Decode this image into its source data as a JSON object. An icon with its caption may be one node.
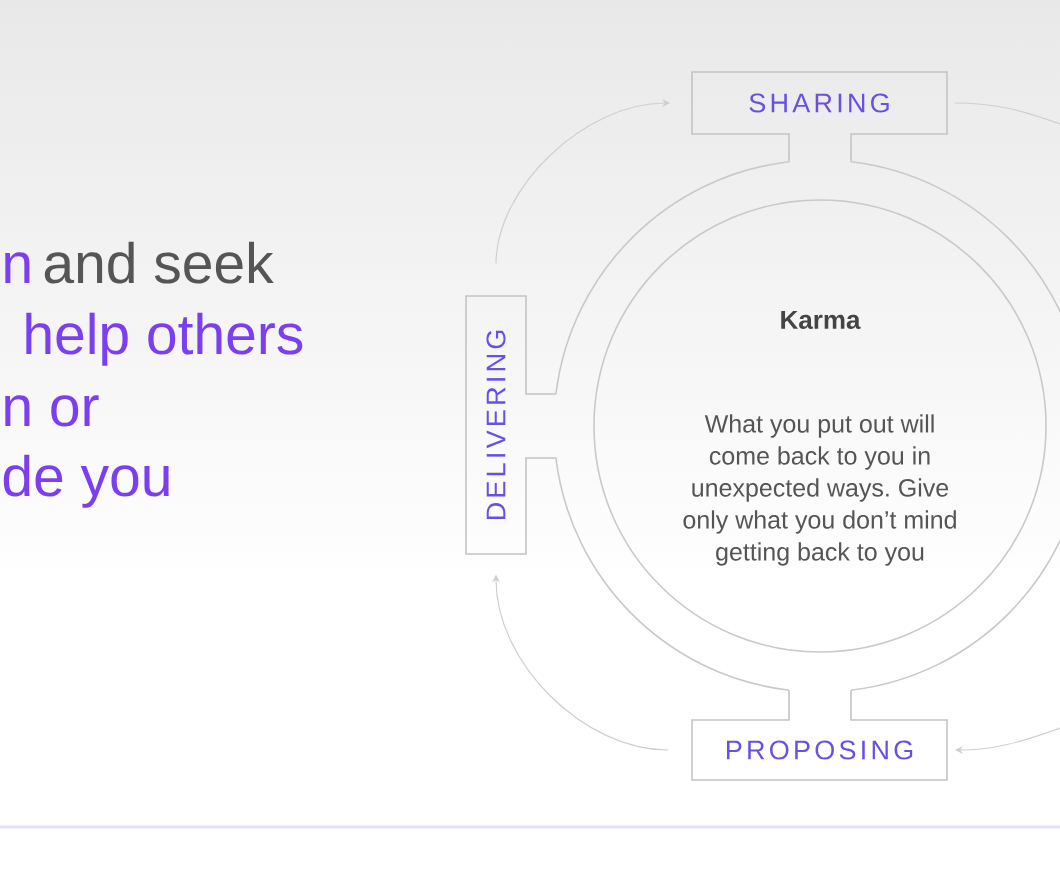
{
  "diagram": {
    "nodes": [
      {
        "text": [
          "SHARING"
        ]
      },
      {
        "text": [
          "DELIVERING"
        ]
      },
      {
        "text": [],
        "shape": "circle"
      },
      {
        "text": [
          "Karma",
          "What you put out will come back to you in unexpected ways. Give only what you don’t mind getting back to you"
        ],
        "in": 2
      },
      {
        "text": [
          "PROPOSING"
        ]
      }
    ],
    "edges": [
      {
        "from": 1,
        "to": 0,
        "arrow": "to"
      },
      {
        "from": 0,
        "to": null,
        "arrow": "none"
      },
      {
        "from": null,
        "to": 4,
        "arrow": "to"
      },
      {
        "from": 4,
        "to": 1,
        "arrow": "to"
      }
    ],
    "labels": [
      "n",
      "and seek",
      "help others",
      "n or",
      "de you"
    ]
  }
}
